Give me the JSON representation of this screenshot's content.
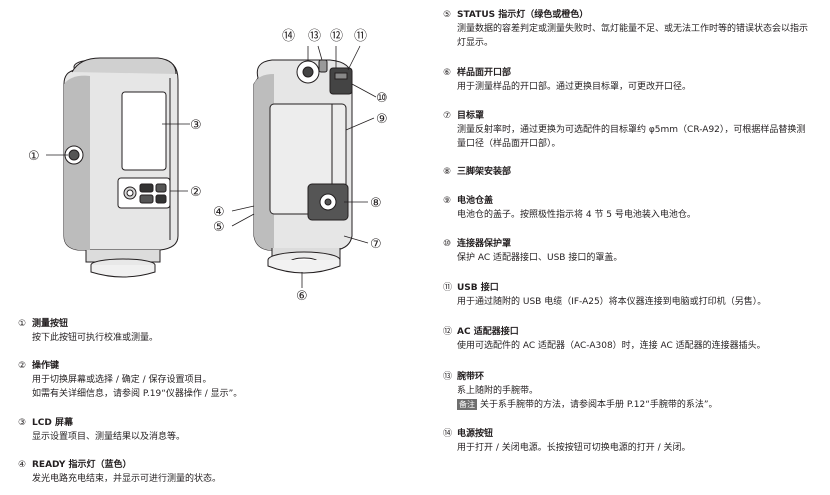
{
  "callouts": [
    "①",
    "②",
    "③",
    "④",
    "⑤",
    "⑥",
    "⑦",
    "⑧",
    "⑨",
    "⑩",
    "⑪",
    "⑫",
    "⑬",
    "⑭"
  ],
  "left_items": [
    {
      "num": "①",
      "title": "测量按钮",
      "lines": [
        "按下此按钮可执行校准或测量。"
      ]
    },
    {
      "num": "②",
      "title": "操作键",
      "lines": [
        "用于切换屏幕或选择 / 确定 / 保存设置项目。",
        "如需有关详细信息，请参阅 P.19“仪器操作 / 显示”。"
      ]
    },
    {
      "num": "③",
      "title": "LCD 屏幕",
      "lines": [
        "显示设置项目、测量结果以及消息等。"
      ]
    },
    {
      "num": "④",
      "title": "READY 指示灯（蓝色）",
      "lines": [
        "发光电路充电结束，并显示可进行测量的状态。"
      ]
    }
  ],
  "right_items": [
    {
      "num": "⑤",
      "title": "STATUS 指示灯（绿色或橙色）",
      "lines": [
        "测量数据的容差判定或测量失败时、氙灯能量不足、或无法工作时等的错误状态会以指示灯显示。"
      ],
      "wrap": true
    },
    {
      "num": "⑥",
      "title": "样品面开口部",
      "lines": [
        "用于测量样品的开口部。通过更换目标罩，可更改开口径。"
      ]
    },
    {
      "num": "⑦",
      "title": "目标罩",
      "lines": [
        "测量反射率时，通过更换为可选配件的目标罩约 φ5mm（CR-A92），可根据样品替换测量口径（样品面开口部）。"
      ],
      "wrap": true
    },
    {
      "num": "⑧",
      "title": "三脚架安装部",
      "lines": []
    },
    {
      "num": "⑨",
      "title": "电池仓盖",
      "lines": [
        "电池仓的盖子。按照极性指示将 4 节 5 号电池装入电池仓。"
      ]
    },
    {
      "num": "⑩",
      "title": "连接器保护罩",
      "lines": [
        "保护 AC 适配器接口、USB 接口的罩盖。"
      ]
    },
    {
      "num": "⑪",
      "title": "USB 接口",
      "lines": [
        "用于通过随附的 USB 电缆（IF-A25）将本仪器连接到电脑或打印机（另售）。"
      ]
    },
    {
      "num": "⑫",
      "title": "AC 适配器接口",
      "lines": [
        "使用可选配件的 AC 适配器（AC-A308）时，连接 AC 适配器的连接器插头。"
      ]
    },
    {
      "num": "⑬",
      "title": "腕带环",
      "lines": [
        "系上随附的手腕带。"
      ],
      "note_label": "备注",
      "note": "关于系手腕带的方法，请参阅本手册 P.12“手腕带的系法”。"
    },
    {
      "num": "⑭",
      "title": "电源按钮",
      "lines": [
        "用于打开 / 关闭电源。长按按钮可切换电源的打开 / 关闭。"
      ]
    }
  ]
}
